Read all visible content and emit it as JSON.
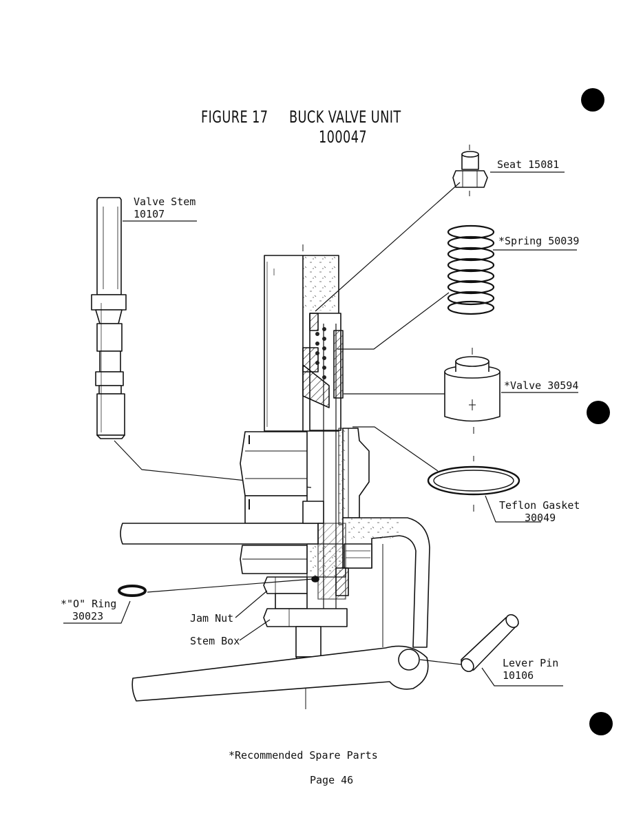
{
  "title": {
    "figure": "FIGURE 17",
    "name": "BUCK VALVE UNIT",
    "number": "100047"
  },
  "labels": {
    "seat": "Seat 15081",
    "valve_stem_name": "Valve Stem",
    "valve_stem_number": "10107",
    "spring": "*Spring 50039",
    "valve": "*Valve 30594",
    "teflon_name": "Teflon Gasket",
    "teflon_number": "30049",
    "o_ring_name": "*\"O\" Ring",
    "o_ring_number": "30023",
    "jam_nut": "Jam Nut",
    "stem_box": "Stem Box",
    "lever_pin_name": "Lever Pin",
    "lever_pin_number": "10106"
  },
  "footer": {
    "note": "*Recommended Spare Parts",
    "page": "Page 46"
  }
}
